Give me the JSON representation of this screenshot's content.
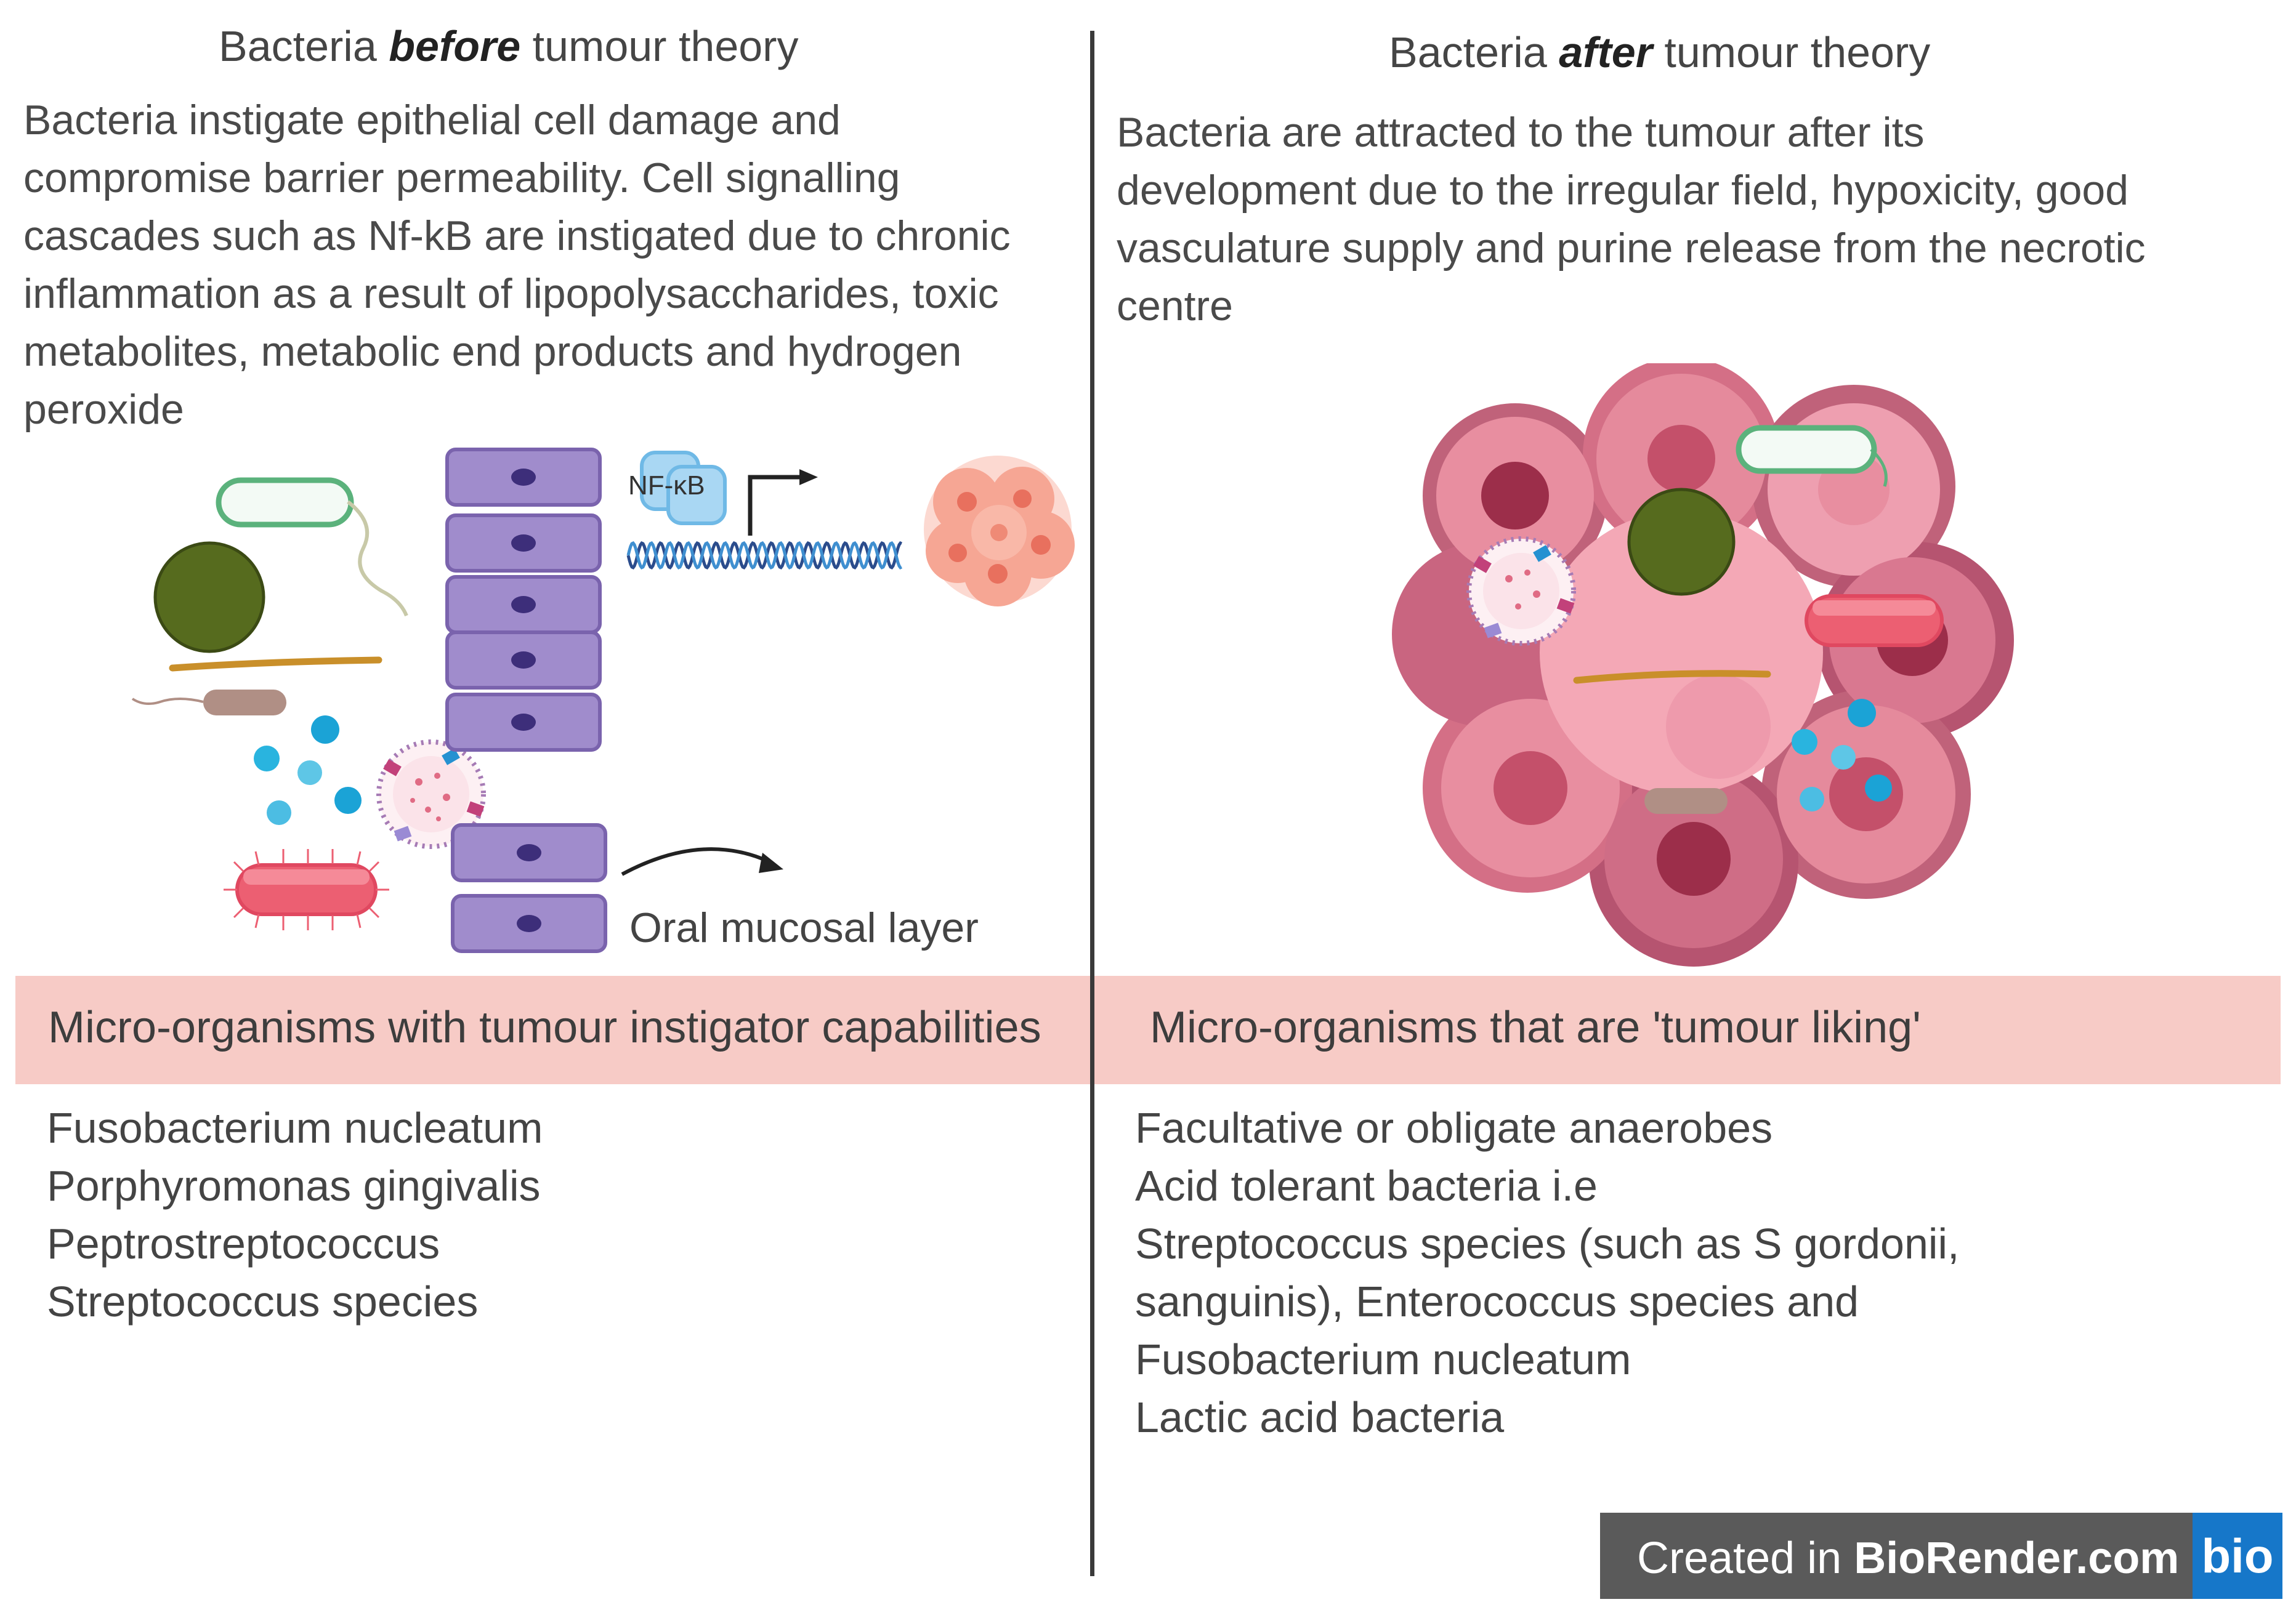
{
  "left": {
    "heading_pre": "Bacteria ",
    "heading_em": "before",
    "heading_post": " tumour theory",
    "para_lines": [
      "Bacteria instigate epithelial cell damage and",
      "compromise barrier permeability. Cell signalling",
      "cascades such as Nf-kB are instigated due to chronic",
      "inflammation as a result of  lipopolysaccharides, toxic",
      "metabolites, metabolic end products and hydrogen",
      "peroxide"
    ],
    "nfkb_label": "NF-κB",
    "mucosa_label": "Oral mucosal layer",
    "band_label": "Micro-organisms with tumour instigator capabilities",
    "list": [
      "Fusobacterium nucleatum",
      "Porphyromonas gingivalis",
      "Peptrostreptococcus",
      "Streptococcus species"
    ]
  },
  "right": {
    "heading_pre": "Bacteria ",
    "heading_em": "after",
    "heading_post": " tumour theory",
    "para_lines": [
      "Bacteria are attracted to the tumour after its",
      "development due to the irregular field, hypoxicity, good",
      "vasculature supply and purine release from the necrotic",
      "centre"
    ],
    "band_label": "Micro-organisms that are 'tumour liking'",
    "list": [
      "Facultative or obligate anaerobes",
      "Acid tolerant bacteria i.e",
      "Streptococcus species (such as S gordonii,",
      "sanguinis), Enterococcus species and",
      "Fusobacterium nucleatum",
      "Lactic acid bacteria"
    ]
  },
  "badge": {
    "prefix": "Created in ",
    "brand": "BioRender.com",
    "logo": "bio"
  },
  "colors": {
    "band": "#f7cbc6",
    "epithelial_cell": "#a08ccc",
    "tumour": "#e58a98",
    "badge_blue": "#1677c9"
  }
}
